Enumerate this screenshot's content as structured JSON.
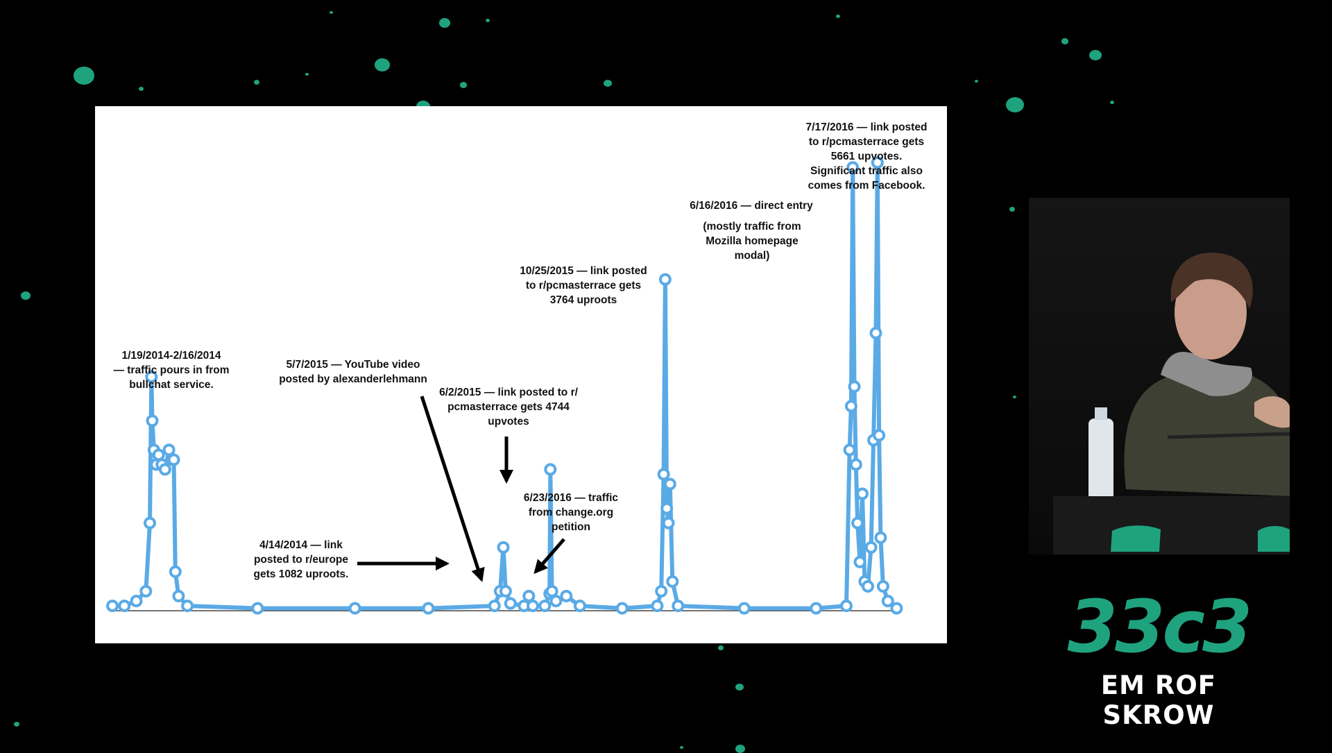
{
  "logo": {
    "main": "33c3",
    "sub": "EM ROF SKROW"
  },
  "colors": {
    "series": "#5aaae6",
    "accent": "#1fa37f",
    "background": "#000000"
  },
  "chart_data": {
    "type": "line",
    "title": "",
    "xlabel": "",
    "ylabel": "",
    "x_range": [
      "2013-12-01",
      "2016-08-14"
    ],
    "ylim": [
      0,
      100
    ],
    "series": [
      {
        "name": "",
        "points": [
          [
            "2013-12-01",
            1
          ],
          [
            "2013-12-16",
            1
          ],
          [
            "2013-12-31",
            2
          ],
          [
            "2014-01-12",
            4
          ],
          [
            "2014-01-17",
            18
          ],
          [
            "2014-01-19",
            48
          ],
          [
            "2014-01-20",
            39
          ],
          [
            "2014-01-22",
            33
          ],
          [
            "2014-01-25",
            30
          ],
          [
            "2014-01-28",
            32
          ],
          [
            "2014-02-01",
            30
          ],
          [
            "2014-02-05",
            29
          ],
          [
            "2014-02-10",
            33
          ],
          [
            "2014-02-14",
            31
          ],
          [
            "2014-02-16",
            31
          ],
          [
            "2014-02-18",
            8
          ],
          [
            "2014-02-22",
            3
          ],
          [
            "2014-03-05",
            1
          ],
          [
            "2014-06-01",
            0.5
          ],
          [
            "2014-10-01",
            0.5
          ],
          [
            "2015-01-01",
            0.5
          ],
          [
            "2015-03-25",
            1
          ],
          [
            "2015-04-01",
            4
          ],
          [
            "2015-04-05",
            13
          ],
          [
            "2015-04-08",
            4
          ],
          [
            "2015-04-14",
            1.5
          ],
          [
            "2015-05-01",
            1
          ],
          [
            "2015-05-07",
            3
          ],
          [
            "2015-05-12",
            1
          ],
          [
            "2015-05-27",
            1
          ],
          [
            "2015-06-02",
            3.5
          ],
          [
            "2015-06-03",
            29
          ],
          [
            "2015-06-05",
            4
          ],
          [
            "2015-06-10",
            2
          ],
          [
            "2015-06-23",
            3
          ],
          [
            "2015-07-10",
            1
          ],
          [
            "2015-09-01",
            0.5
          ],
          [
            "2015-10-15",
            1
          ],
          [
            "2015-10-20",
            4
          ],
          [
            "2015-10-23",
            28
          ],
          [
            "2015-10-25",
            68
          ],
          [
            "2015-10-27",
            21
          ],
          [
            "2015-10-29",
            18
          ],
          [
            "2015-10-31",
            26
          ],
          [
            "2015-11-03",
            6
          ],
          [
            "2015-11-10",
            1
          ],
          [
            "2016-02-01",
            0.5
          ],
          [
            "2016-05-01",
            0.5
          ],
          [
            "2016-06-08",
            1
          ],
          [
            "2016-06-12",
            33
          ],
          [
            "2016-06-14",
            42
          ],
          [
            "2016-06-16",
            91
          ],
          [
            "2016-06-18",
            46
          ],
          [
            "2016-06-20",
            30
          ],
          [
            "2016-06-22",
            18
          ],
          [
            "2016-06-25",
            10
          ],
          [
            "2016-06-28",
            24
          ],
          [
            "2016-07-01",
            6
          ],
          [
            "2016-07-05",
            5
          ],
          [
            "2016-07-09",
            13
          ],
          [
            "2016-07-12",
            35
          ],
          [
            "2016-07-15",
            57
          ],
          [
            "2016-07-17",
            92
          ],
          [
            "2016-07-19",
            36
          ],
          [
            "2016-07-21",
            15
          ],
          [
            "2016-07-24",
            5
          ],
          [
            "2016-07-30",
            2
          ],
          [
            "2016-08-10",
            0.5
          ]
        ]
      }
    ],
    "annotations": [
      {
        "id": "a1",
        "text": "1/19/2014-2/16/2014\n— traffic pours in from\nbullchat service."
      },
      {
        "id": "a2",
        "text": "4/14/2014 — link\nposted to r/europe\ngets 1082 uproots."
      },
      {
        "id": "a3",
        "text": "5/7/2015 — YouTube video\nposted by alexanderlehmann"
      },
      {
        "id": "a4",
        "text": "6/2/2015 — link posted to r/\npcmasterrace gets 4744\nupvotes"
      },
      {
        "id": "a5",
        "text": "6/23/2016 — traffic\nfrom change.org\npetition"
      },
      {
        "id": "a6",
        "text": "10/25/2015 — link posted\nto r/pcmasterrace gets\n3764 uproots"
      },
      {
        "id": "a7",
        "text": "6/16/2016 — direct entry"
      },
      {
        "id": "a8",
        "text": "(mostly traffic from\nMozilla homepage\nmodal)"
      },
      {
        "id": "a9",
        "text": "7/17/2016 — link posted\nto r/pcmasterrace gets\n5661 upvotes.\nSignificant traffic also\ncomes from Facebook."
      }
    ],
    "grid": false,
    "legend": "none"
  }
}
